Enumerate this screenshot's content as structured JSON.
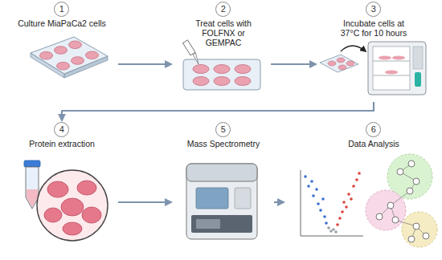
{
  "diagram": {
    "nodes": [
      {
        "text": [
          "1",
          "Culture MiaPaCa2 cells"
        ]
      },
      {
        "text": [
          "2",
          "Treat cells with FOLFNX or GEMPAC"
        ]
      },
      {
        "text": [
          "3",
          "Incubate cells at 37°C for 10 hours"
        ]
      },
      {
        "text": [
          "4",
          "Protein extraction"
        ]
      },
      {
        "text": [
          "5",
          "Mass Spectrometry"
        ]
      },
      {
        "text": [
          "6",
          "Data Analysis"
        ]
      }
    ],
    "edges": [
      {
        "from": 0,
        "to": 1,
        "arrow": "to"
      },
      {
        "from": 1,
        "to": 2,
        "arrow": "to"
      },
      {
        "from": 2,
        "to": 3,
        "arrow": "to"
      },
      {
        "from": 3,
        "to": 4,
        "arrow": "to"
      },
      {
        "from": 4,
        "to": 5,
        "arrow": "to"
      }
    ]
  }
}
